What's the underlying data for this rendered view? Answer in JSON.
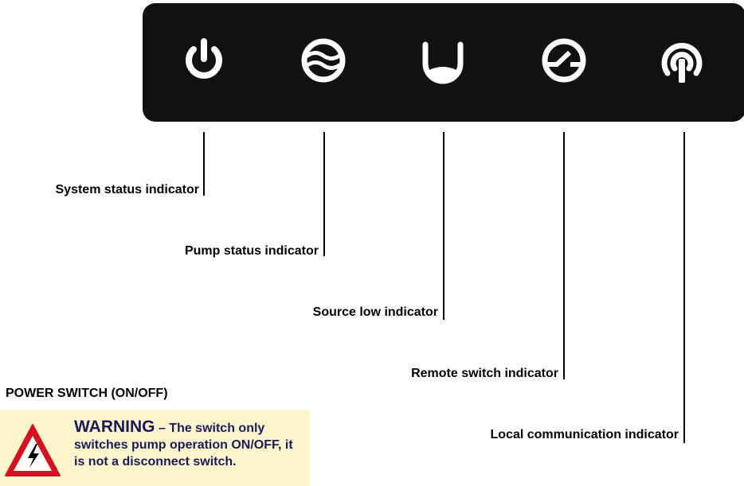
{
  "indicators": [
    {
      "icon": "power-icon",
      "label": "System status indicator"
    },
    {
      "icon": "waves-icon",
      "label": "Pump status indicator"
    },
    {
      "icon": "tank-low-icon",
      "label": "Source low indicator"
    },
    {
      "icon": "remote-switch-icon",
      "label": "Remote switch indicator"
    },
    {
      "icon": "signal-icon",
      "label": "Local communication indicator"
    }
  ],
  "power_switch": {
    "title": "POWER SWITCH (ON/OFF)"
  },
  "warning": {
    "heading": "WARNING",
    "text": " – The switch only switches pump operation ON/OFF, it is not a disconnect switch."
  },
  "colors": {
    "panel": "#111111",
    "warning_bg": "#fdf5cc",
    "warning_triangle": "#d4111e"
  }
}
